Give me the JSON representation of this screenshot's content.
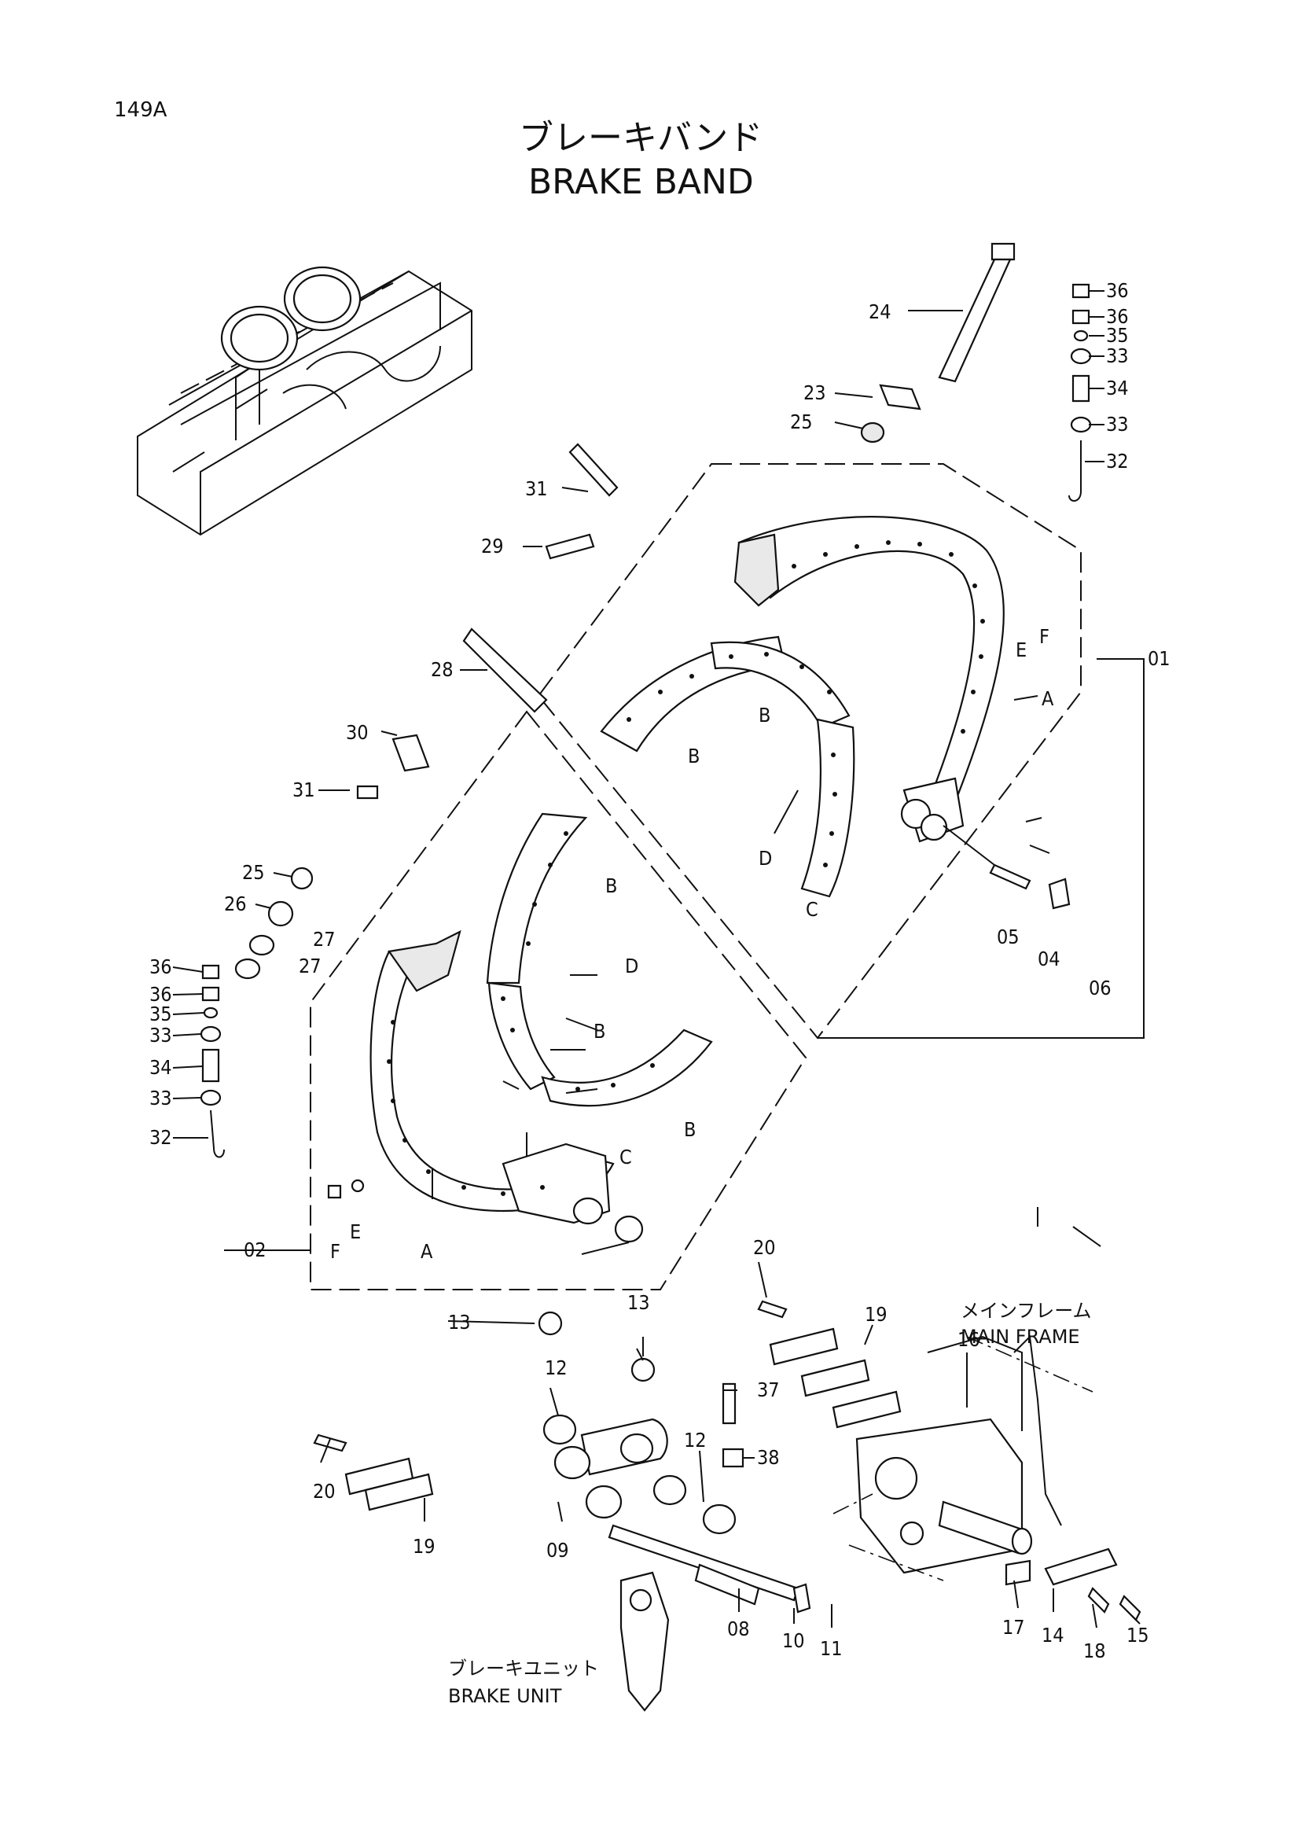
{
  "page_number": "149A",
  "title_jp": "ブレーキバンド",
  "title_en": "BRAKE BAND",
  "annotations": {
    "main_frame_jp": "メインフレーム",
    "main_frame_en": "MAIN FRAME",
    "brake_unit_jp": "ブレーキユニット",
    "brake_unit_en": "BRAKE UNIT"
  },
  "callouts": {
    "c24": "24",
    "c23": "23",
    "c25a": "25",
    "c31a": "31",
    "c29": "29",
    "c28": "28",
    "c30": "30",
    "c31b": "31",
    "c25b": "25",
    "c26": "26",
    "c27a": "27",
    "c27b": "27",
    "c36a": "36",
    "c36b": "36",
    "c35a": "35",
    "c33a": "33",
    "c34a": "34",
    "c33b": "33",
    "c32a": "32",
    "c36c": "36",
    "c36d": "36",
    "c35b": "35",
    "c33c": "33",
    "c34b": "34",
    "c33d": "33",
    "c32b": "32",
    "c01": "01",
    "c02": "02",
    "cA1": "A",
    "cA2": "A",
    "cB1": "B",
    "cB2": "B",
    "cB3": "B",
    "cB4": "B",
    "cB5": "B",
    "cC1": "C",
    "cC2": "C",
    "cD1": "D",
    "cD2": "D",
    "cE1": "E",
    "cE2": "E",
    "cF1": "F",
    "cF2": "F",
    "c05": "05",
    "c04": "04",
    "c06": "06",
    "c13a": "13",
    "c13b": "13",
    "c12a": "12",
    "c12b": "12",
    "c20a": "20",
    "c20b": "20",
    "c19a": "19",
    "c19b": "19",
    "c37": "37",
    "c38": "38",
    "c16": "16",
    "c09": "09",
    "c08": "08",
    "c10": "10",
    "c11": "11",
    "c17": "17",
    "c14": "14",
    "c18": "18",
    "c15": "15"
  }
}
